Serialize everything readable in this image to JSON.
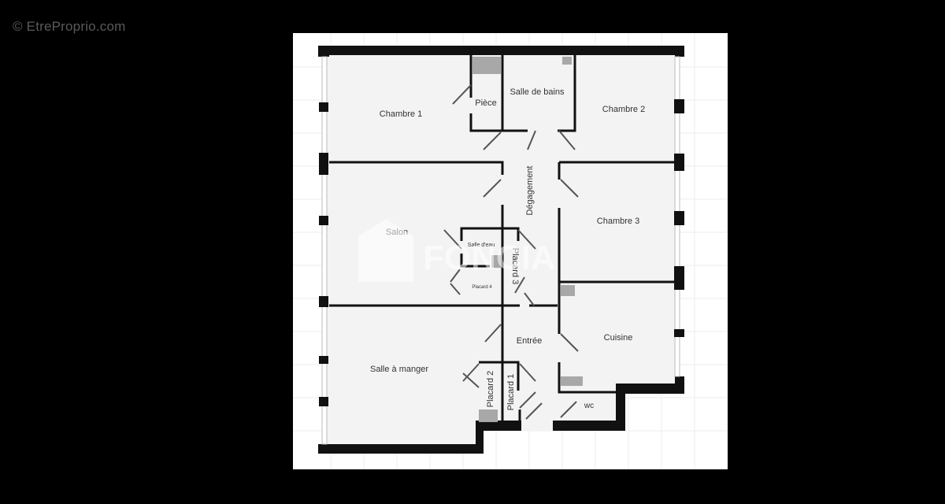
{
  "watermark": {
    "text": "© EtreProprio.com"
  },
  "overlay_logo": {
    "text": "FONCIA"
  },
  "floorplan": {
    "rooms": [
      {
        "id": "chambre-1",
        "label": "Chambre 1"
      },
      {
        "id": "piece",
        "label": "Pièce"
      },
      {
        "id": "salle-de-bains",
        "label": "Salle de bains"
      },
      {
        "id": "chambre-2",
        "label": "Chambre 2"
      },
      {
        "id": "degagement",
        "label": "Dégagement"
      },
      {
        "id": "salon",
        "label": "Salon"
      },
      {
        "id": "salle-d-eau",
        "label": "Salle d'eau"
      },
      {
        "id": "placard-3",
        "label": "Placard 3"
      },
      {
        "id": "placard-4",
        "label": "Placard 4"
      },
      {
        "id": "chambre-3",
        "label": "Chambre 3"
      },
      {
        "id": "entree",
        "label": "Entrée"
      },
      {
        "id": "cuisine",
        "label": "Cuisine"
      },
      {
        "id": "salle-a-manger",
        "label": "Salle à manger"
      },
      {
        "id": "placard-2",
        "label": "Placard 2"
      },
      {
        "id": "placard-1",
        "label": "Placard 1"
      },
      {
        "id": "wc",
        "label": "wc"
      }
    ],
    "colors": {
      "wall": "#111111",
      "floor": "#f2f2f2",
      "fixture": "#a8a8a8",
      "grid": "#e6e6e6",
      "label": "#333333"
    }
  }
}
